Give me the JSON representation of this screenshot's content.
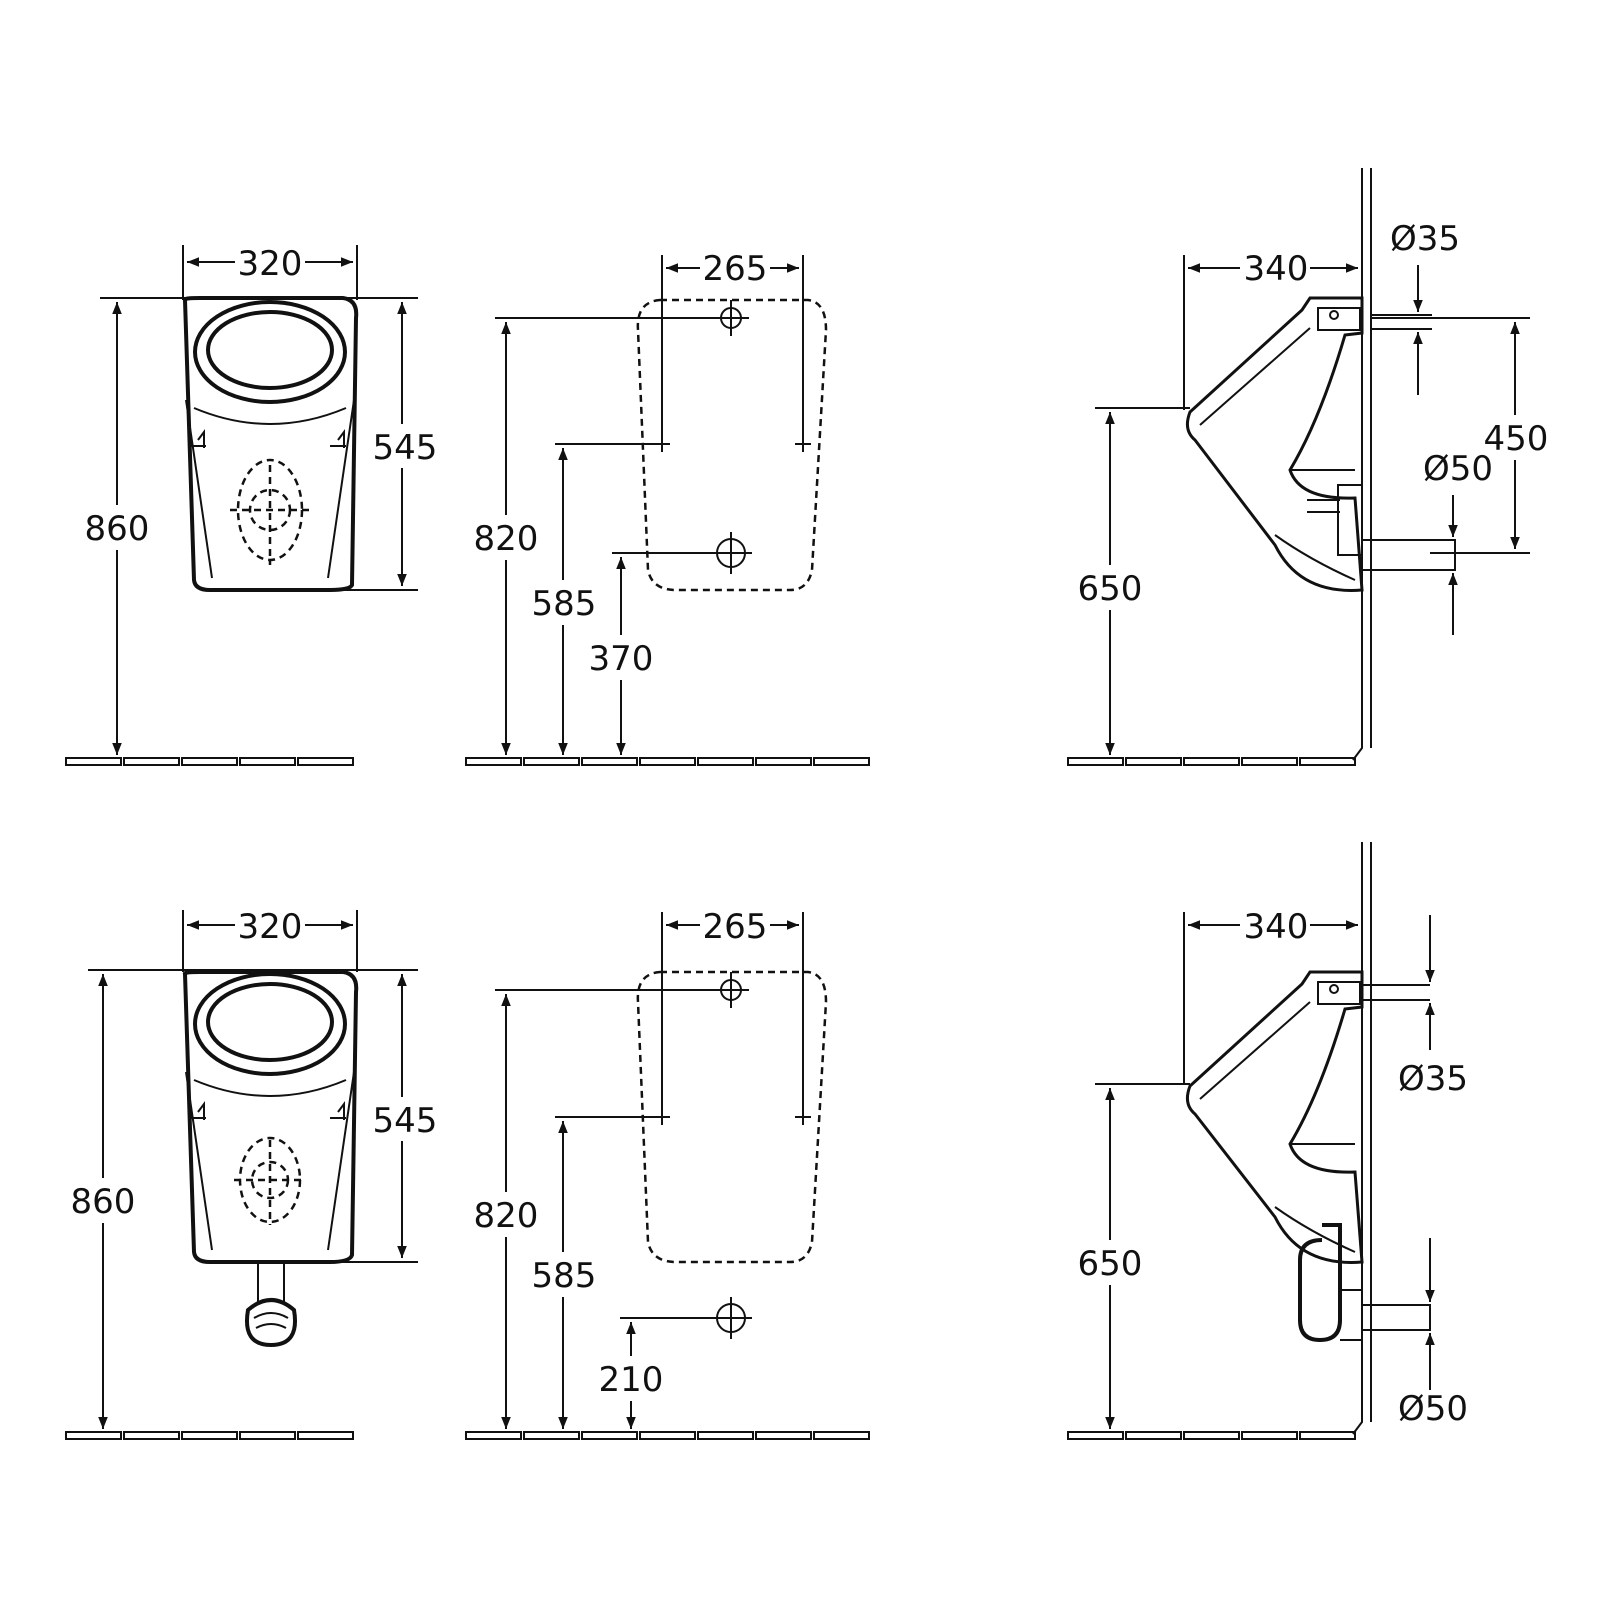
{
  "top": {
    "front": {
      "width": "320",
      "height_total": "860",
      "bowl_height": "545"
    },
    "mount": {
      "hole_spacing": "265",
      "height_top": "820",
      "height_mid": "585",
      "height_outlet": "370"
    },
    "side": {
      "depth": "340",
      "inlet_dia": "Ø35",
      "outlet_dia": "Ø50",
      "spacing": "450",
      "rim_height": "650"
    }
  },
  "bottom": {
    "front": {
      "width": "320",
      "height_total": "860",
      "bowl_height": "545"
    },
    "mount": {
      "hole_spacing": "265",
      "height_top": "820",
      "height_mid": "585",
      "height_outlet": "210"
    },
    "side": {
      "depth": "340",
      "inlet_dia": "Ø35",
      "outlet_dia": "Ø50",
      "rim_height": "650"
    }
  }
}
